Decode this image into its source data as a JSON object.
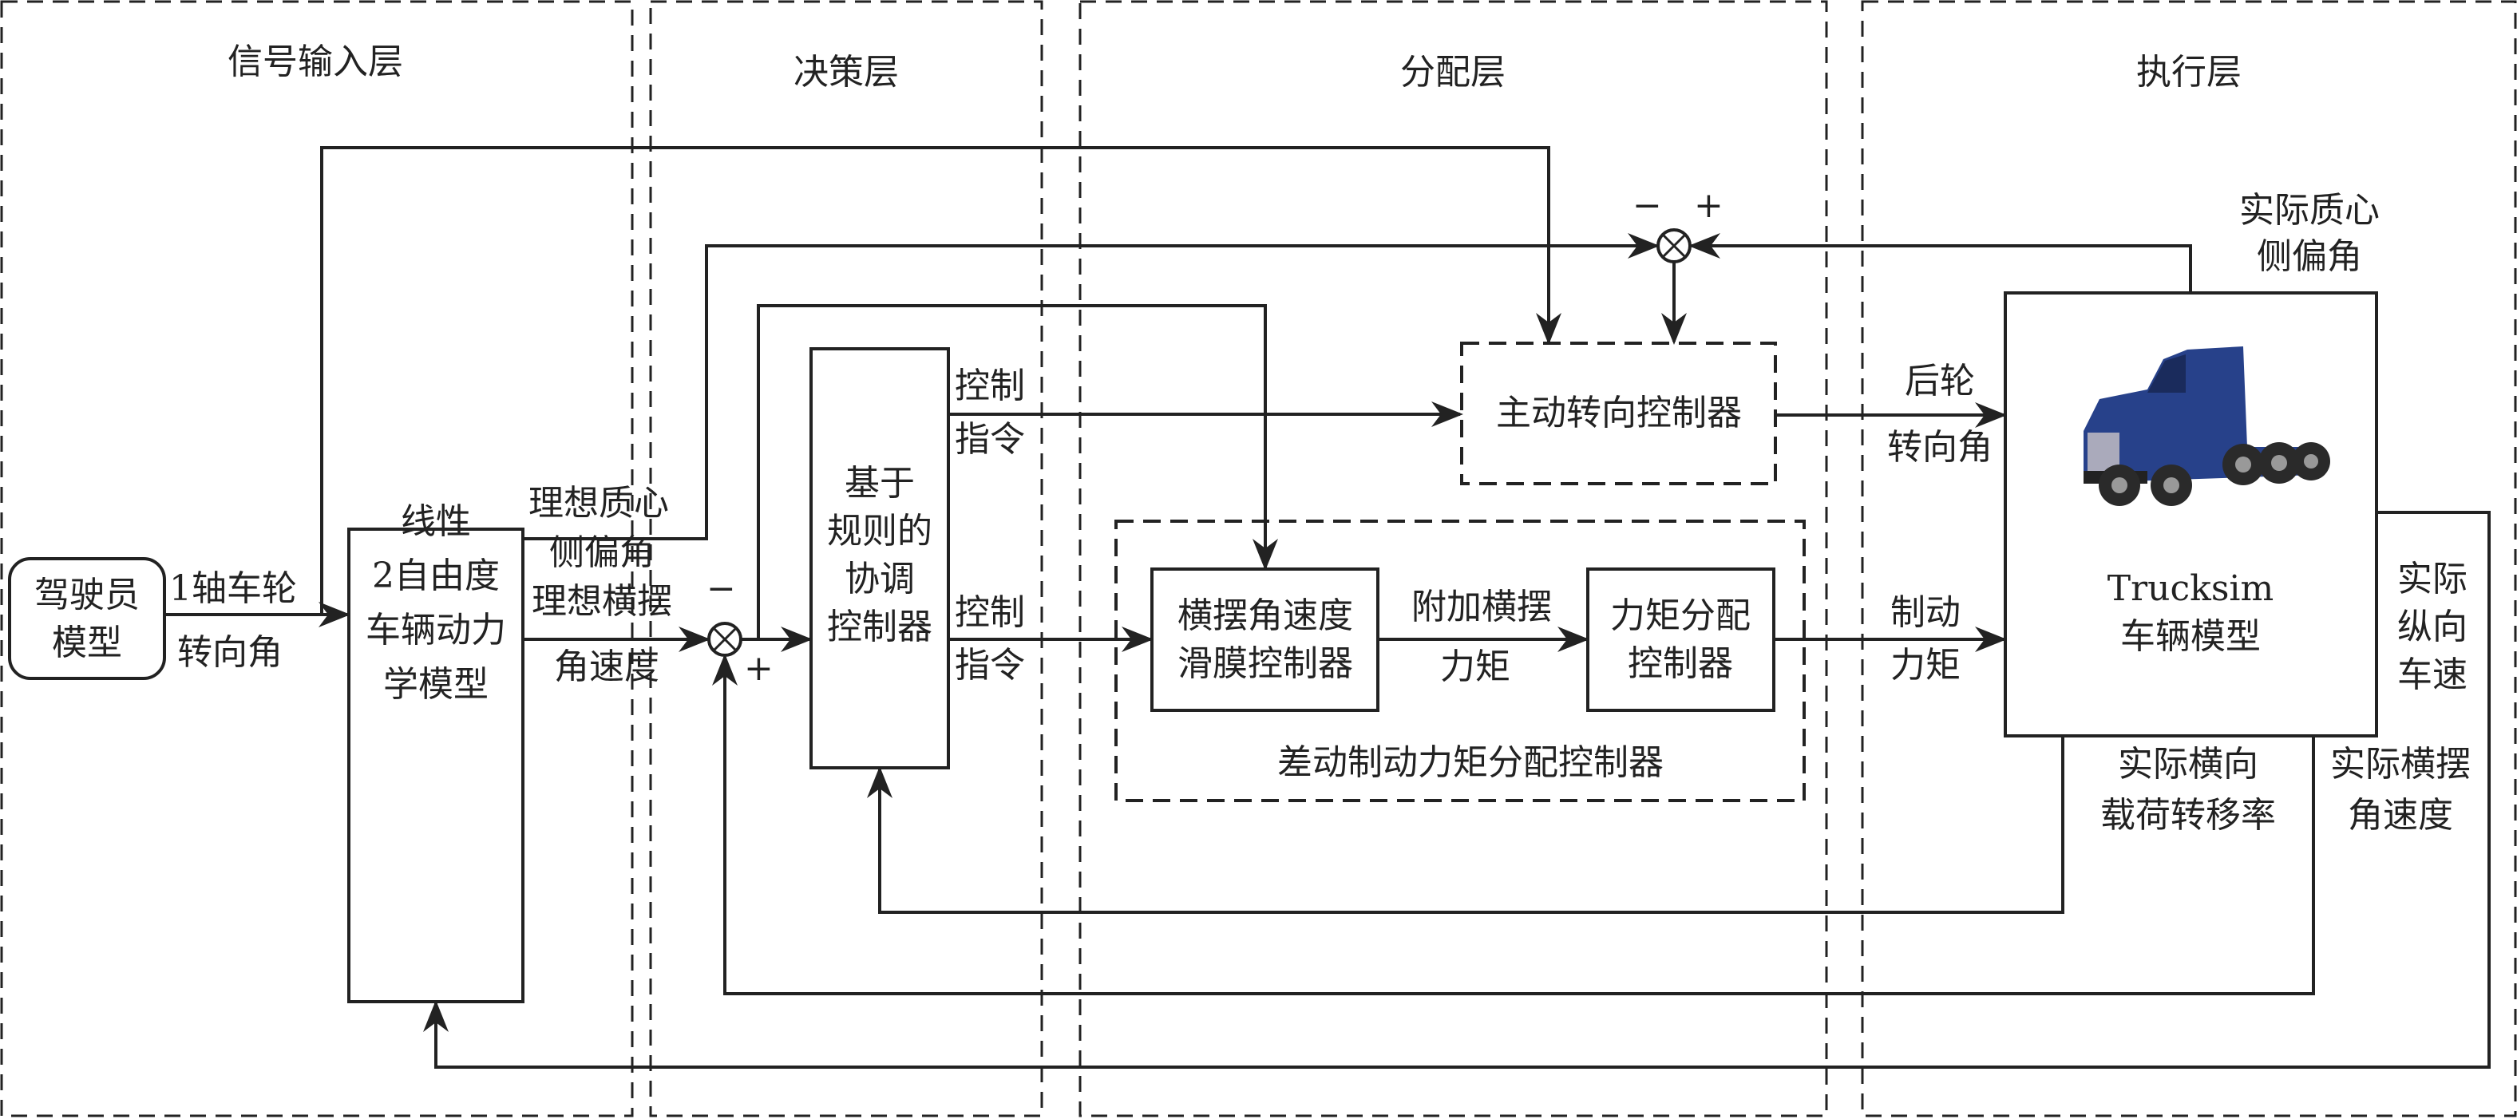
{
  "layers": [
    {
      "title": "信号输入层"
    },
    {
      "title": "决策层"
    },
    {
      "title": "分配层"
    },
    {
      "title": "执行层"
    }
  ],
  "blocks": {
    "driver": [
      "驾驶员",
      "模型"
    ],
    "linear_model": [
      "线性",
      "2自由度",
      "车辆动力",
      "学模型"
    ],
    "coordinator": [
      "基于",
      "规则的",
      "协调",
      "控制器"
    ],
    "active_steering": "主动转向控制器",
    "yaw_smc": [
      "横摆角速度",
      "滑膜控制器"
    ],
    "torque_dist": [
      "力矩分配",
      "控制器"
    ],
    "diff_brake_group": "差动制动力矩分配控制器",
    "trucksim": [
      "Trucksim",
      "车辆模型"
    ]
  },
  "signals": {
    "front_wheel": [
      "1轴车轮",
      "转向角"
    ],
    "ideal_sideslip": [
      "理想质心",
      "侧偏角"
    ],
    "ideal_yaw": [
      "理想横摆",
      "角速度"
    ],
    "control_cmd_1": [
      "控制",
      "指令"
    ],
    "control_cmd_2": [
      "控制",
      "指令"
    ],
    "additional_yaw": [
      "附加横摆",
      "力矩"
    ],
    "rear_steer": [
      "后轮",
      "转向角"
    ],
    "brake_torque": [
      "制动",
      "力矩"
    ],
    "actual_sideslip": [
      "实际质心",
      "侧偏角"
    ],
    "actual_long_speed": [
      "实际",
      "纵向",
      "车速"
    ],
    "actual_ltr": [
      "实际横向",
      "载荷转移率"
    ],
    "actual_yaw": [
      "实际横摆",
      "角速度"
    ]
  },
  "sum_signs": {
    "yaw_minus": "−",
    "yaw_plus": "+",
    "slip_minus": "−",
    "slip_plus": "+"
  }
}
